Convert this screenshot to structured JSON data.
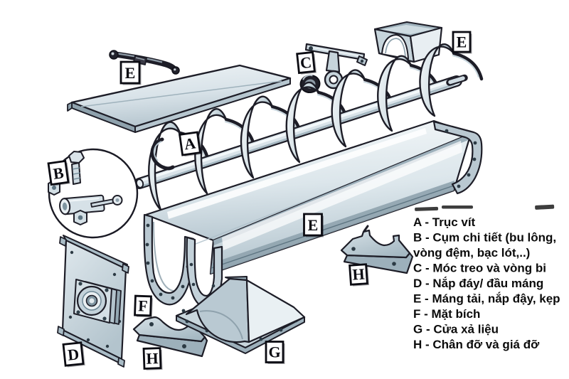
{
  "figure": {
    "kind": "exploded-parts-diagram",
    "subject": "screw conveyor (vit tai) component breakdown"
  },
  "callouts": [
    {
      "letter": "E",
      "part": "kep-clamp"
    },
    {
      "letter": "E",
      "part": "nap-day-inlet-cover"
    },
    {
      "letter": "C",
      "part": "moc-treo-va-vong-bi"
    },
    {
      "letter": "A",
      "part": "truc-vit"
    },
    {
      "letter": "B",
      "part": "cum-chi-tiet"
    },
    {
      "letter": "E",
      "part": "mang-tai-trough"
    },
    {
      "letter": "F",
      "part": "mat-bich"
    },
    {
      "letter": "D",
      "part": "nap-day-dau-mang"
    },
    {
      "letter": "H",
      "part": "chan-do-left"
    },
    {
      "letter": "G",
      "part": "cua-xa-lieu"
    },
    {
      "letter": "H",
      "part": "gia-do-right"
    }
  ],
  "legend": {
    "lines": [
      "A - Trục vít",
      "B - Cụm chi tiết (bu lông,",
      "vòng đệm, bạc lót,..)",
      "C - Móc treo và vòng bi",
      "D -  Nắp đáy/ đầu máng",
      "E - Máng tải, nắp đậy, kẹp",
      "F - Mặt bích",
      "G - Cửa xả liệu",
      "H - Chân đỡ và giá đỡ"
    ]
  },
  "colors": {
    "background": "#ffffff",
    "outline": "#1d1d27",
    "metal_light": "#eef3f6",
    "metal_mid": "#c6d4db",
    "metal_dark": "#93a7b2",
    "dark_part": "#23232d",
    "label_box_bg": "#ffffff",
    "label_box_border": "#0b0b12",
    "legend_text": "#0b0b0b"
  }
}
